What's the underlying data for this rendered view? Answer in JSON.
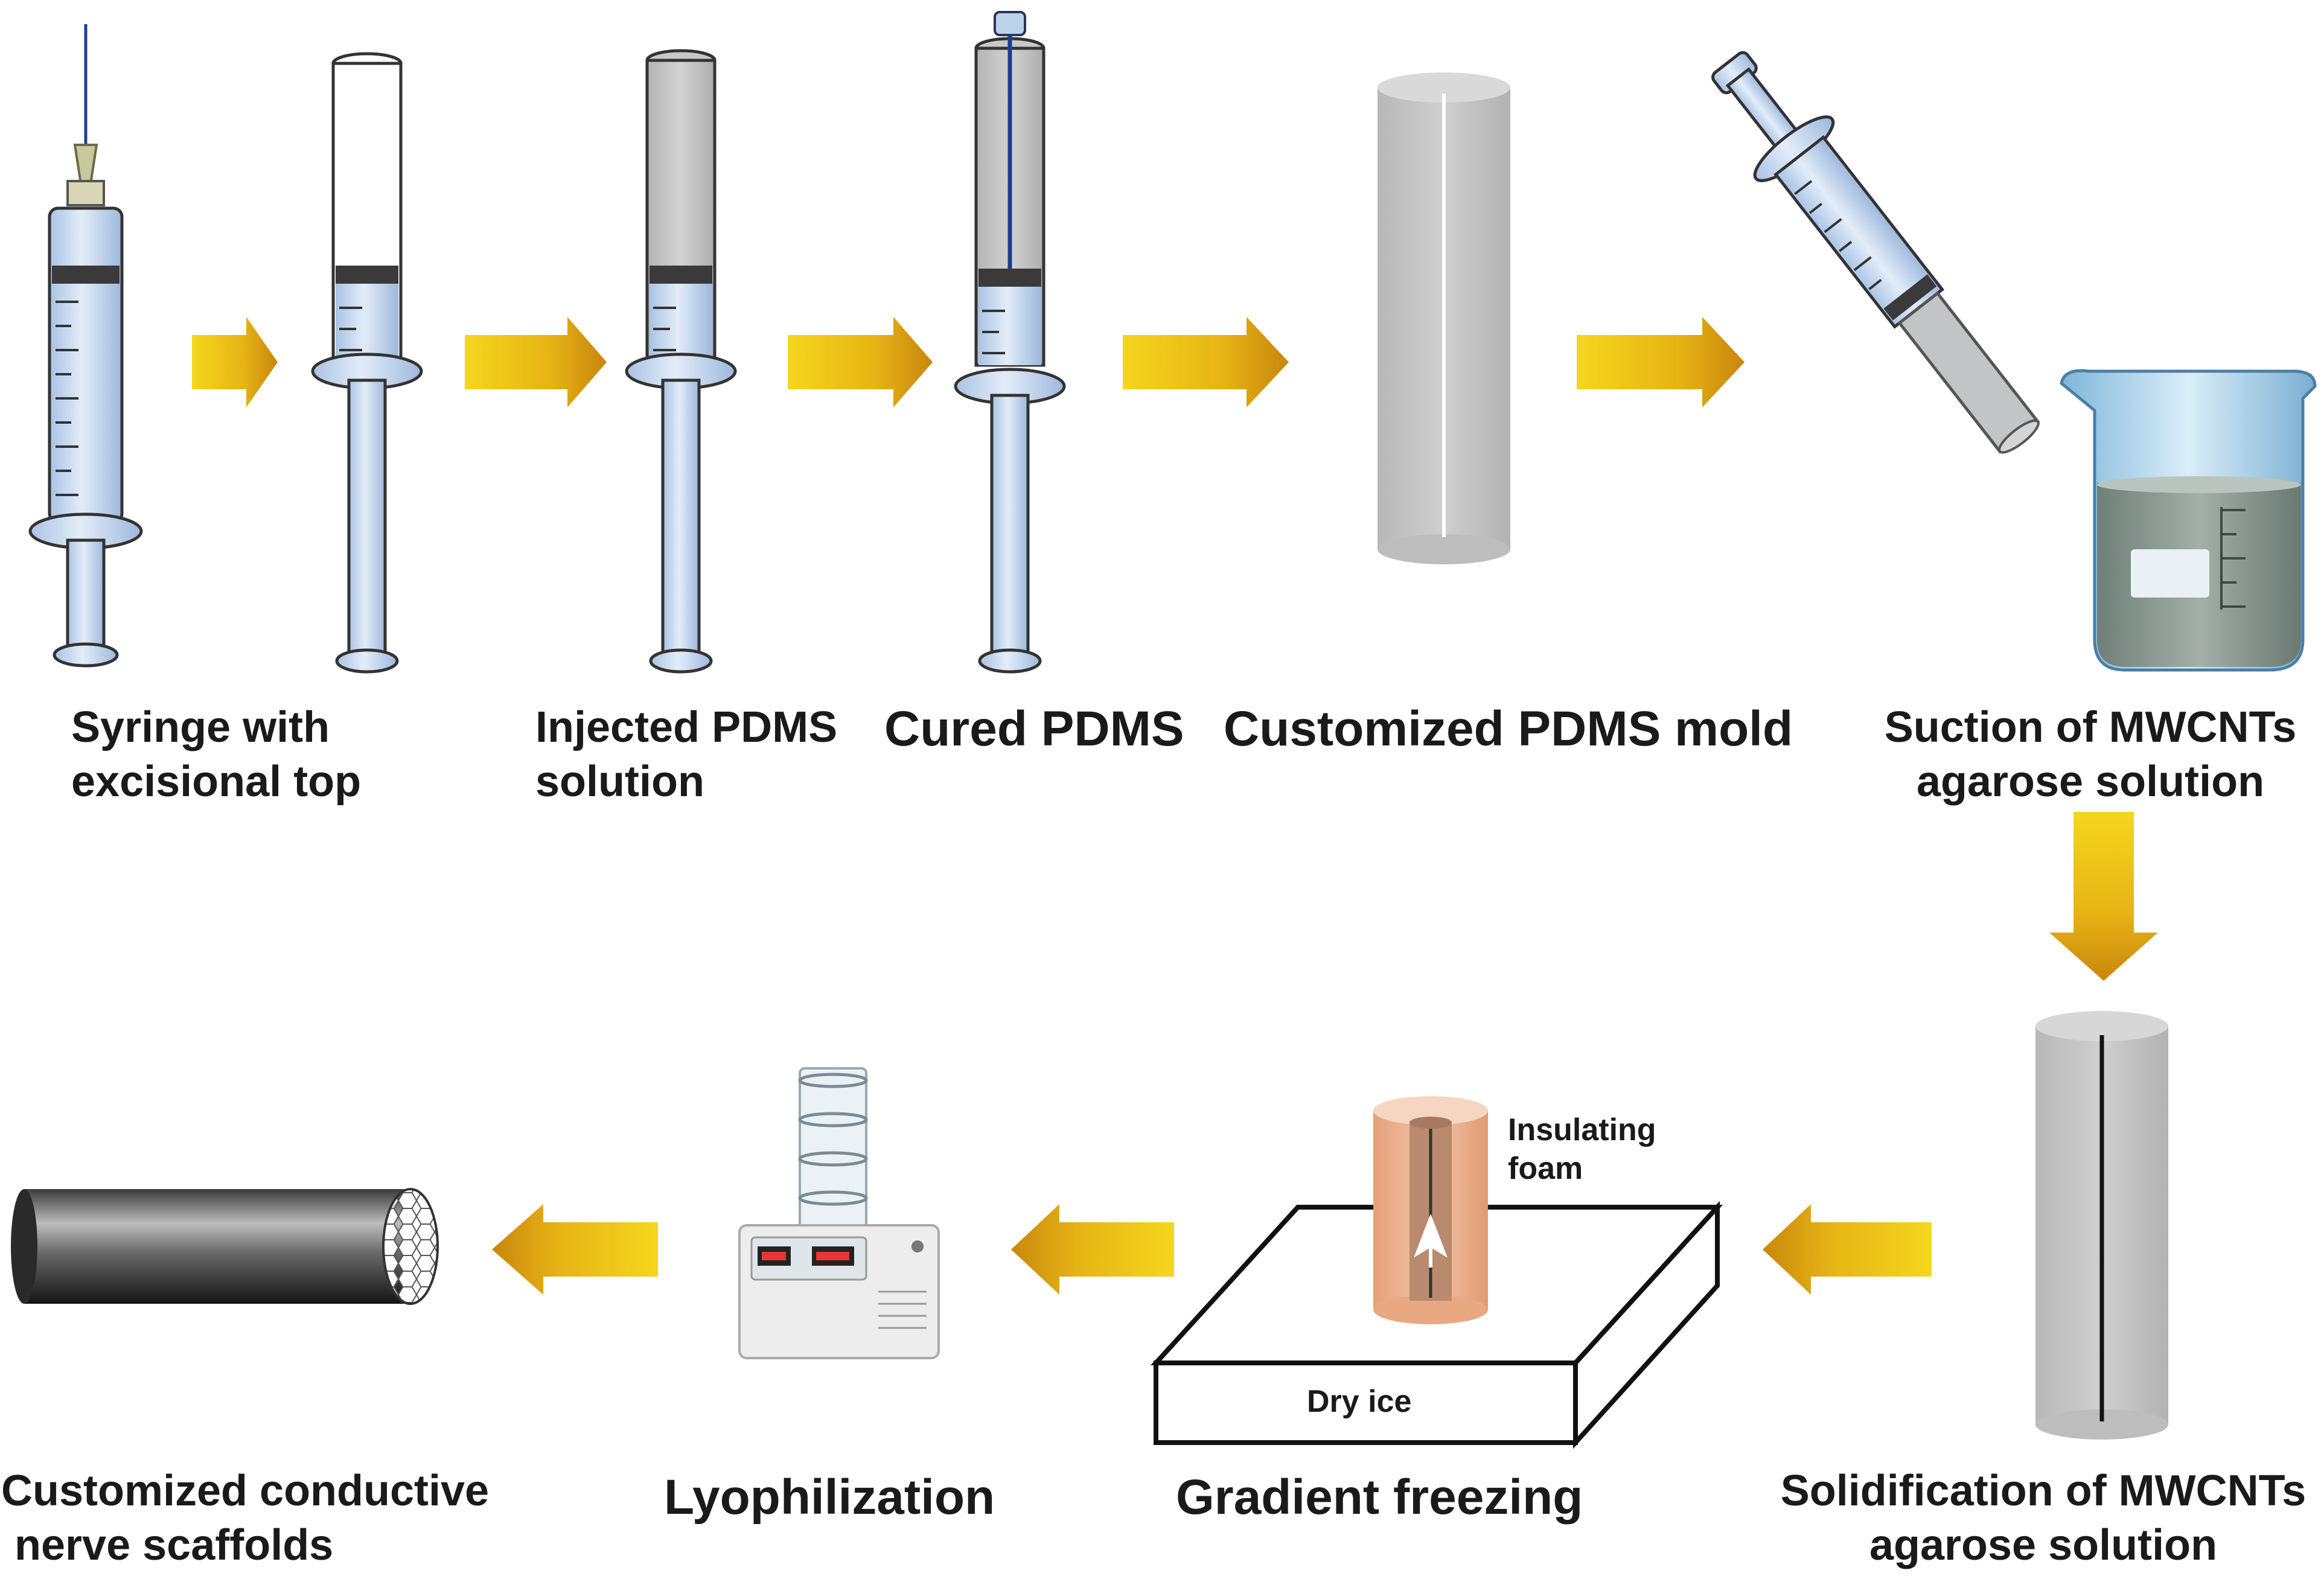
{
  "steps": {
    "syringe_excisional": {
      "line1": "Syringe with",
      "line2": "excisional top"
    },
    "injected_pdms": {
      "line1": "Injected PDMS",
      "line2": "solution"
    },
    "cured_pdms": {
      "label": "Cured PDMS"
    },
    "customized_mold": {
      "label": "Customized PDMS mold"
    },
    "suction": {
      "line1": "Suction of MWCNTs",
      "line2": "agarose solution"
    },
    "solidification": {
      "line1": "Solidification of MWCNTs",
      "line2": "agarose solution"
    },
    "gradient_freezing": {
      "label": "Gradient freezing"
    },
    "lyophilization": {
      "label": "Lyophilization"
    },
    "scaffolds": {
      "line1": "Customized conductive",
      "line2": "nerve scaffolds"
    }
  },
  "annotations": {
    "insulating_foam_line1": "Insulating",
    "insulating_foam_line2": "foam",
    "dry_ice": "Dry ice"
  },
  "colors": {
    "arrow_light": "#f2d11a",
    "arrow_dark": "#c9860d",
    "syringe_blue": "#c8daf0",
    "pdms_gray": "#c4c4c4",
    "solution_gray": "#8f9a94",
    "foam_orange": "#e8a882"
  }
}
